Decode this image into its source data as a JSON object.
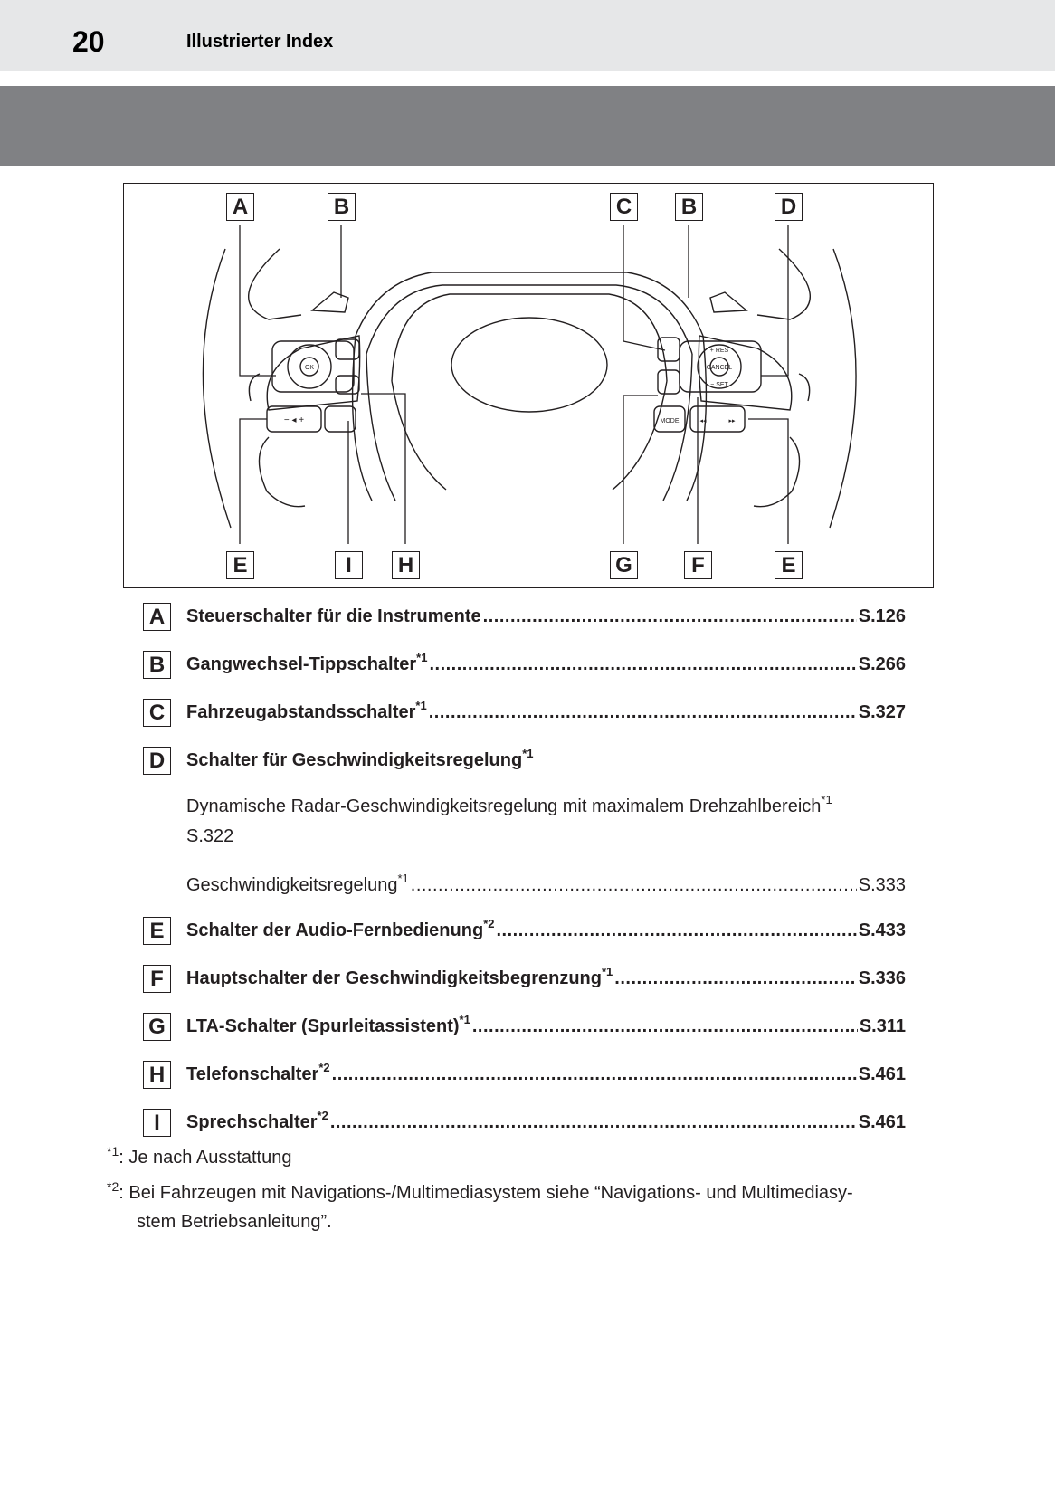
{
  "header": {
    "page_number": "20",
    "title": "Illustrierter Index"
  },
  "diagram": {
    "labels_top": [
      "A",
      "B",
      "C",
      "B",
      "D"
    ],
    "labels_bottom": [
      "E",
      "I",
      "H",
      "G",
      "F",
      "E"
    ],
    "switch_text": {
      "ok": "OK",
      "res": "+ RES",
      "cancel": "CANCEL",
      "set": "− SET",
      "mode": "MODE",
      "vol": "− ◂ +",
      "prev": "◂◂",
      "next": "▸▸"
    }
  },
  "entries": [
    {
      "letter": "A",
      "label": "Steuerschalter für die Instrumente",
      "sup": "",
      "page": "S.126"
    },
    {
      "letter": "B",
      "label": "Gangwechsel-Tippschalter",
      "sup": "*1",
      "page": "S.266"
    },
    {
      "letter": "C",
      "label": "Fahrzeugabstandsschalter",
      "sup": "*1",
      "page": "S.327"
    },
    {
      "letter": "D",
      "label": "Schalter für Geschwindigkeitsregelung",
      "sup": "*1",
      "page": ""
    },
    {
      "letter": "E",
      "label": "Schalter der Audio-Fernbedienung",
      "sup": "*2",
      "page": "S.433"
    },
    {
      "letter": "F",
      "label": "Hauptschalter der Geschwindigkeitsbegrenzung",
      "sup": "*1",
      "page": "S.336"
    },
    {
      "letter": "G",
      "label": "LTA-Schalter (Spurleitassistent)",
      "sup": "*1",
      "page": "S.311"
    },
    {
      "letter": "H",
      "label": "Telefonschalter",
      "sup": "*2",
      "page": "S.461"
    },
    {
      "letter": "I",
      "label": "Sprechschalter",
      "sup": "*2",
      "page": "S.461"
    }
  ],
  "sub_entries": [
    {
      "label": "Dynamische Radar-Geschwindigkeitsregelung mit maximalem Drehzahlbereich",
      "sup": "*1",
      "page": "S.322"
    },
    {
      "label": "Geschwindigkeitsregelung",
      "sup": "*1",
      "page": "S.333"
    }
  ],
  "footnotes": [
    {
      "mark": "*1",
      "text": ": Je nach Ausstattung"
    },
    {
      "mark": "*2",
      "text_line1": ": Bei Fahrzeugen mit Navigations-/Multimediasystem siehe “Navigations- und Multimediasy-",
      "text_line2": "stem Betriebsanleitung”."
    }
  ]
}
